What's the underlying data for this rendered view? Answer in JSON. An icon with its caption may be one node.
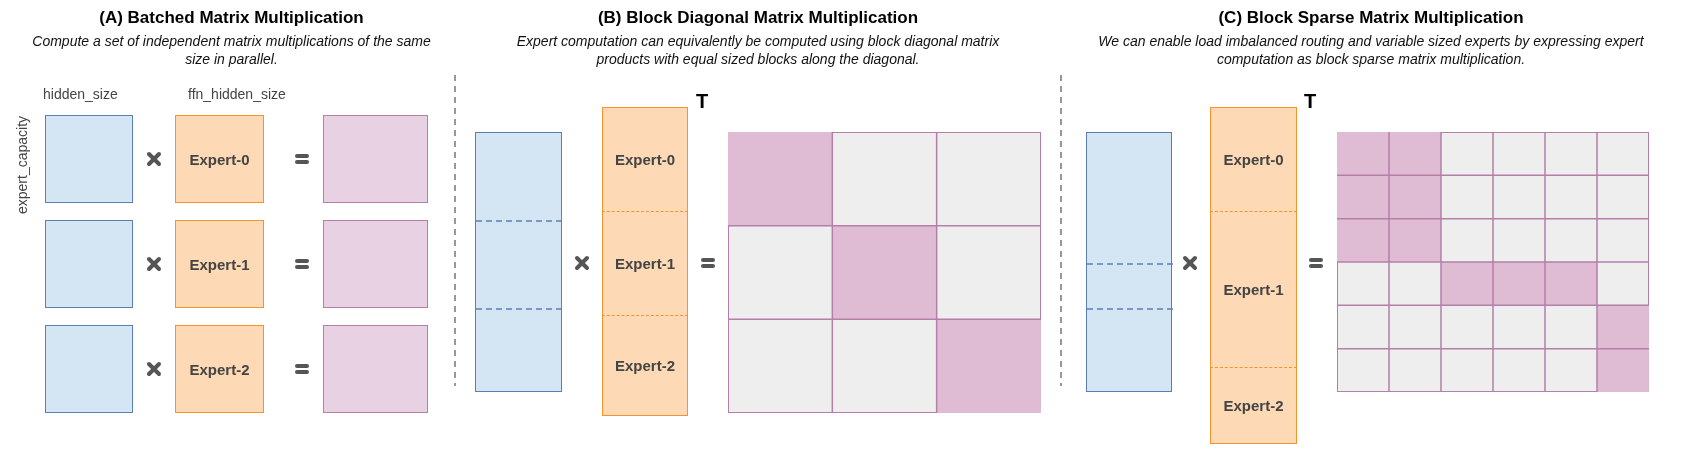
{
  "diagram": {
    "nodes": [
      {
        "text": [
          "(A) Batched Matrix Multiplication",
          "Compute a set of independent matrix multiplications of the same size in parallel."
        ]
      },
      {
        "text": [],
        "shape": "box",
        "in": 0
      },
      {
        "text": [
          "Expert-0"
        ],
        "in": 0
      },
      {
        "text": [],
        "shape": "box",
        "in": 0
      },
      {
        "text": [],
        "shape": "box",
        "in": 0
      },
      {
        "text": [
          "Expert-1"
        ],
        "in": 0
      },
      {
        "text": [],
        "shape": "box",
        "in": 0
      },
      {
        "text": [],
        "shape": "box",
        "in": 0
      },
      {
        "text": [
          "Expert-2"
        ],
        "in": 0
      },
      {
        "text": [],
        "shape": "box",
        "in": 0
      },
      {
        "text": [
          "(B) Block Diagonal Matrix Multiplication",
          "Expert computation can equivalently be computed using block diagonal matrix products with equal sized blocks along the diagonal."
        ]
      },
      {
        "text": [],
        "shape": "box",
        "in": 10
      },
      {
        "text": [
          "Expert-0"
        ],
        "in": 10
      },
      {
        "text": [
          "Expert-1"
        ],
        "in": 10
      },
      {
        "text": [
          "Expert-2"
        ],
        "in": 10
      },
      {
        "text": [],
        "shape": "box",
        "in": 10
      },
      {
        "text": [
          "(C) Block Sparse Matrix Multiplication",
          "We can enable load imbalanced routing and variable sized experts by expressing expert computation as block sparse matrix multiplication."
        ]
      },
      {
        "text": [],
        "shape": "box",
        "in": 16
      },
      {
        "text": [
          "Expert-0"
        ],
        "in": 16
      },
      {
        "text": [
          "Expert-1"
        ],
        "in": 16
      },
      {
        "text": [
          "Expert-2"
        ],
        "in": 16
      },
      {
        "text": [],
        "shape": "box",
        "in": 16
      }
    ],
    "edges": [],
    "labels": [
      "hidden_size",
      "ffn_hidden_size",
      "expert_capacity",
      "T",
      "T"
    ]
  }
}
